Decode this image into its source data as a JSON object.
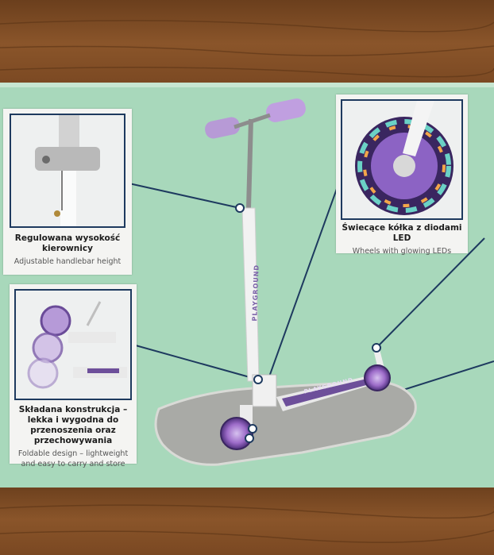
{
  "panels": {
    "height": {
      "caption_pl": "Regulowana wysokość kierownicy",
      "caption_en": "Adjustable handlebar height"
    },
    "wheels": {
      "caption_pl": "Świecące kółka z diodami LED",
      "caption_en": "Wheels with glowing LEDs"
    },
    "folding": {
      "caption_pl": "Składana konstrukcja – lekka i wygodna do przenoszenia oraz przechowywania",
      "caption_en": "Foldable design – lightweight and easy to carry and store"
    }
  },
  "product": {
    "stem_text": "PLAYGROUND",
    "deck_text": "PLAYGROUND"
  },
  "colors": {
    "wood": "#7a4a24",
    "box": "#a8d8bb",
    "accent": "#1e3a5f",
    "purple": "#b79ad6",
    "grass": "#a9aaa6"
  }
}
